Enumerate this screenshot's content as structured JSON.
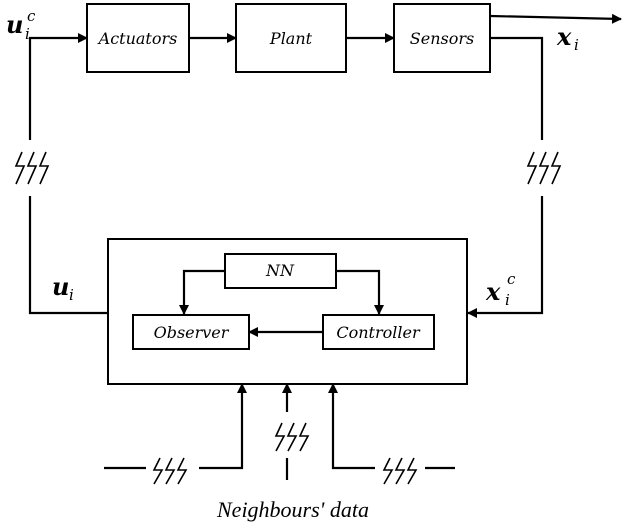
{
  "blocks": {
    "actuators": "Actuators",
    "plant": "Plant",
    "sensors": "Sensors",
    "nn": "NN",
    "observer": "Observer",
    "controller": "Controller"
  },
  "signals": {
    "u_ic_base": "u",
    "u_ic_sub": "i",
    "u_ic_sup": "c",
    "x_i_base": "x",
    "x_i_sub": "i",
    "u_i_base": "u",
    "u_i_sub": "i",
    "x_ic_base": "x",
    "x_ic_sub": "i",
    "x_ic_sup": "c"
  },
  "footer": "Neighbours' data"
}
